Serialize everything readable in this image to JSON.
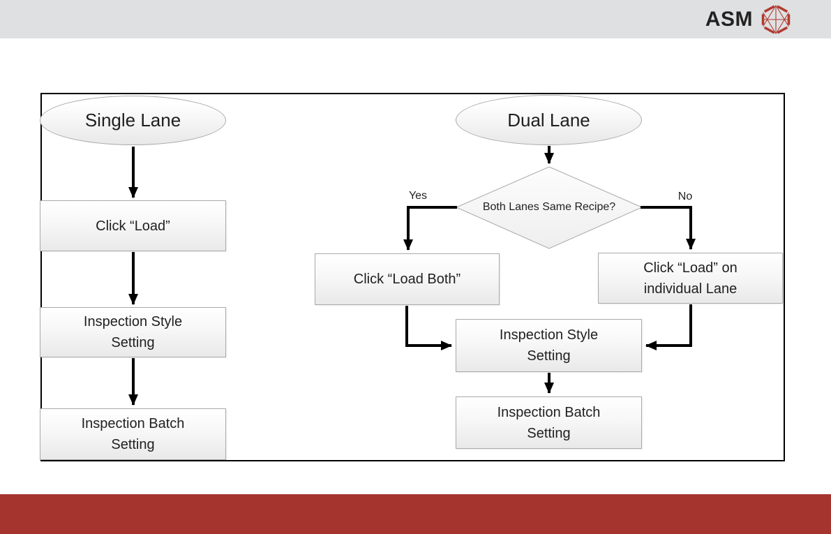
{
  "colors": {
    "header_bar": "#dfe0e1",
    "footer_bar": "#a5342f",
    "logo_red": "#b03a30",
    "node_border": "#a9a9a9",
    "arrow": "#000000"
  },
  "header": {
    "logo_text": "ASM",
    "logo_icon": "hexagon-wireframe-icon"
  },
  "flowchart": {
    "single_lane": {
      "start": "Single Lane",
      "steps": [
        "Click “Load”",
        "Inspection Style\nSetting",
        "Inspection Batch\nSetting"
      ]
    },
    "dual_lane": {
      "start": "Dual Lane",
      "decision": "Both Lanes Same Recipe?",
      "branch_yes": {
        "label": "Yes",
        "step": "Click “Load Both”"
      },
      "branch_no": {
        "label": "No",
        "step": "Click “Load” on\nindividual Lane"
      },
      "merged_steps": [
        "Inspection Style\nSetting",
        "Inspection Batch\nSetting"
      ]
    }
  }
}
